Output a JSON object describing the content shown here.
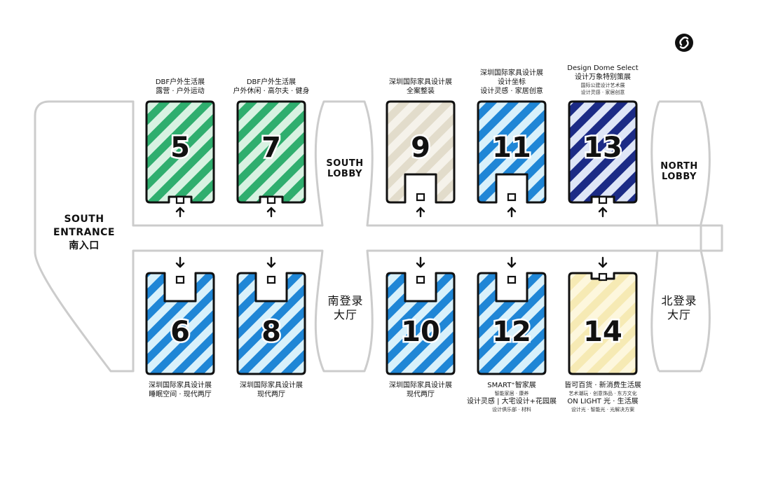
{
  "colors": {
    "green": "#2fae6e",
    "green_bg": "#d8f2e2",
    "blue": "#1f86d6",
    "blue_bg": "#d9f1fb",
    "beige": "#e2dccb",
    "beige_bg": "#f5f2ea",
    "navy": "#1c2b86",
    "navy_bg": "#dfe6f7",
    "yellow": "#f6eab4",
    "yellow_bg": "#fdf7dd",
    "corridor": "#cccccc",
    "outline": "#111111"
  },
  "logo": {
    "icon": "link-logo-icon"
  },
  "entrance": {
    "line1": "SOUTH",
    "line2": "ENTRANCE",
    "line3": "南入口"
  },
  "south_lobby": {
    "line1": "SOUTH",
    "line2": "LOBBY"
  },
  "north_lobby": {
    "line1": "NORTH",
    "line2": "LOBBY"
  },
  "south_lobby_cn": {
    "line1": "南登录",
    "line2": "大厅"
  },
  "north_lobby_cn": {
    "line1": "北登录",
    "line2": "大厅"
  },
  "halls": [
    {
      "number": "5",
      "fill": "green",
      "lines": [
        "DBF户外生活展",
        "露营 · 户外运动"
      ]
    },
    {
      "number": "7",
      "fill": "green",
      "lines": [
        "DBF户外生活展",
        "户外休闲 · 高尔夫 · 健身"
      ]
    },
    {
      "number": "9",
      "fill": "beige",
      "lines": [
        "深圳国际家具设计展",
        "全案整装"
      ]
    },
    {
      "number": "11",
      "fill": "blue",
      "lines": [
        "深圳国际家具设计展",
        "设计坐标",
        "设计灵感 · 家居创意"
      ]
    },
    {
      "number": "13",
      "fill": "navy",
      "lines": [
        "Design Dome Select",
        "设计万象特别策展"
      ],
      "small": [
        "国际公建设计艺术展",
        "设计灵感 · 家居创意"
      ]
    },
    {
      "number": "6",
      "fill": "blue",
      "lines": [
        "深圳国际家具设计展",
        "睡眠空间 · 现代两厅"
      ]
    },
    {
      "number": "8",
      "fill": "blue",
      "lines": [
        "深圳国际家具设计展",
        "现代两厅"
      ]
    },
    {
      "number": "10",
      "fill": "blue",
      "lines": [
        "深圳国际家具设计展",
        "现代两厅"
      ]
    },
    {
      "number": "12",
      "fill": "blue",
      "lines": [
        "SMART⁺智家展"
      ],
      "small": [
        "智能家居 · 康养"
      ],
      "lines2": [
        "设计灵感 | 大宅设计+花园展"
      ],
      "small2": [
        "设计俱乐部 · 材料"
      ]
    },
    {
      "number": "14",
      "fill": "yellow",
      "lines": [
        "皆可百货 · 新消费生活展"
      ],
      "small": [
        "艺术潮玩 · 创意饰品 · 东方文化"
      ],
      "lines2": [
        "ON LIGHT 光 · 生活展"
      ],
      "small2": [
        "设计光 · 智能光 · 光解决方案"
      ]
    }
  ]
}
